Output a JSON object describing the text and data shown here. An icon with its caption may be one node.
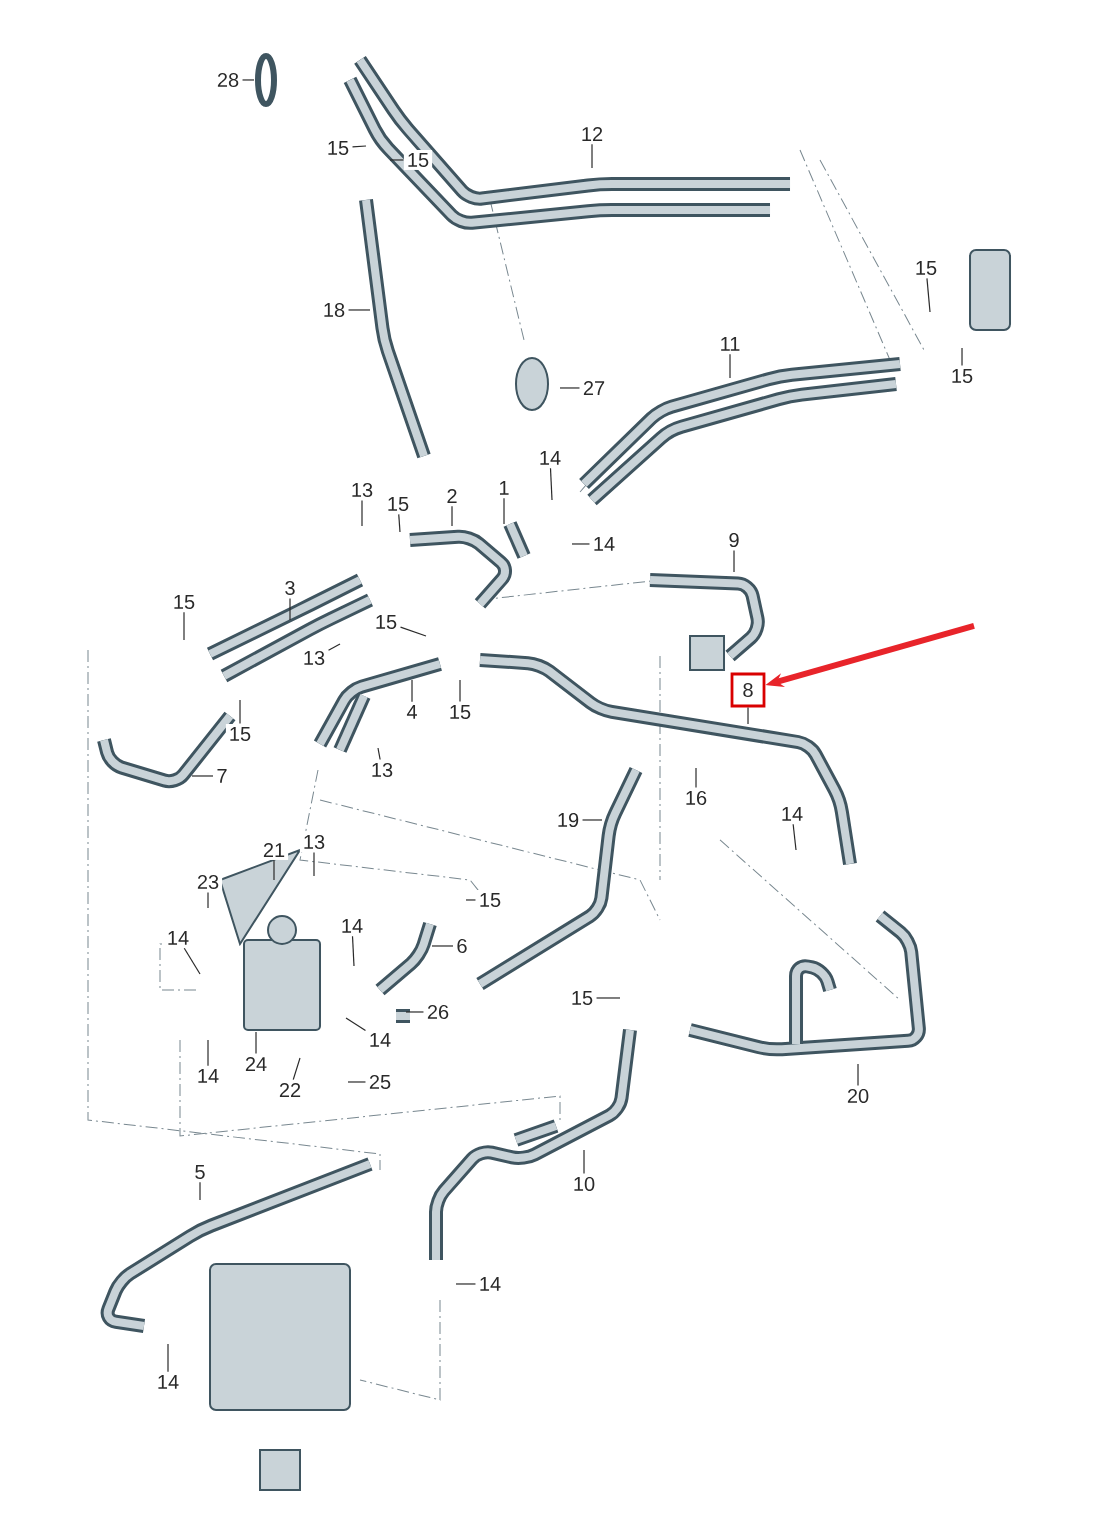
{
  "diagram": {
    "nodes": [
      {
        "text": [
          "28"
        ]
      },
      {
        "text": [
          "12"
        ]
      },
      {
        "text": [
          "15"
        ]
      },
      {
        "text": [
          "15"
        ]
      },
      {
        "text": [
          "15"
        ]
      },
      {
        "text": [
          "18"
        ]
      },
      {
        "text": [
          "11"
        ]
      },
      {
        "text": [
          "15"
        ]
      },
      {
        "text": [
          "27"
        ]
      },
      {
        "text": [
          "14"
        ]
      },
      {
        "text": [
          "1"
        ]
      },
      {
        "text": [
          "13"
        ]
      },
      {
        "text": [
          "2"
        ]
      },
      {
        "text": [
          "15"
        ]
      },
      {
        "text": [
          "9"
        ]
      },
      {
        "text": [
          "14"
        ]
      },
      {
        "text": [
          "3"
        ]
      },
      {
        "text": [
          "15"
        ]
      },
      {
        "text": [
          "15"
        ]
      },
      {
        "text": [
          "13"
        ]
      },
      {
        "text": [
          "8"
        ]
      },
      {
        "text": [
          "4"
        ]
      },
      {
        "text": [
          "15"
        ]
      },
      {
        "text": [
          "15"
        ]
      },
      {
        "text": [
          "13"
        ]
      },
      {
        "text": [
          "7"
        ]
      },
      {
        "text": [
          "16"
        ]
      },
      {
        "text": [
          "14"
        ]
      },
      {
        "text": [
          "19"
        ]
      },
      {
        "text": [
          "13"
        ]
      },
      {
        "text": [
          "21"
        ]
      },
      {
        "text": [
          "23"
        ]
      },
      {
        "text": [
          "15"
        ]
      },
      {
        "text": [
          "14"
        ]
      },
      {
        "text": [
          "14"
        ]
      },
      {
        "text": [
          "6"
        ]
      },
      {
        "text": [
          "15"
        ]
      },
      {
        "text": [
          "26"
        ]
      },
      {
        "text": [
          "14"
        ]
      },
      {
        "text": [
          "24"
        ]
      },
      {
        "text": [
          "14"
        ]
      },
      {
        "text": [
          "25"
        ]
      },
      {
        "text": [
          "22"
        ]
      },
      {
        "text": [
          "20"
        ]
      },
      {
        "text": [
          "5"
        ]
      },
      {
        "text": [
          "10"
        ]
      },
      {
        "text": [
          "14"
        ]
      },
      {
        "text": [
          "14"
        ]
      }
    ],
    "edges": [
      {
        "from": 0,
        "to": null,
        "arrow": "none"
      },
      {
        "from": 1,
        "to": null,
        "arrow": "none"
      },
      {
        "from": 2,
        "to": null,
        "arrow": "none"
      },
      {
        "from": 3,
        "to": null,
        "arrow": "none"
      },
      {
        "from": 4,
        "to": null,
        "arrow": "none"
      },
      {
        "from": 5,
        "to": null,
        "arrow": "none"
      },
      {
        "from": 6,
        "to": null,
        "arrow": "none"
      },
      {
        "from": 7,
        "to": null,
        "arrow": "none"
      },
      {
        "from": 8,
        "to": null,
        "arrow": "none"
      },
      {
        "from": 9,
        "to": null,
        "arrow": "none"
      },
      {
        "from": 10,
        "to": null,
        "arrow": "none"
      },
      {
        "from": 11,
        "to": null,
        "arrow": "none"
      },
      {
        "from": 12,
        "to": null,
        "arrow": "none"
      },
      {
        "from": 13,
        "to": null,
        "arrow": "none"
      },
      {
        "from": 14,
        "to": null,
        "arrow": "none"
      },
      {
        "from": 15,
        "to": null,
        "arrow": "none"
      },
      {
        "from": 16,
        "to": null,
        "arrow": "none"
      },
      {
        "from": 17,
        "to": null,
        "arrow": "none"
      },
      {
        "from": 18,
        "to": null,
        "arrow": "none"
      },
      {
        "from": 19,
        "to": null,
        "arrow": "none"
      },
      {
        "from": 20,
        "to": null,
        "arrow": "none"
      },
      {
        "from": 21,
        "to": null,
        "arrow": "none"
      },
      {
        "from": 22,
        "to": null,
        "arrow": "none"
      },
      {
        "from": 23,
        "to": null,
        "arrow": "none"
      },
      {
        "from": 24,
        "to": null,
        "arrow": "none"
      },
      {
        "from": 25,
        "to": null,
        "arrow": "none"
      },
      {
        "from": 26,
        "to": null,
        "arrow": "none"
      },
      {
        "from": 27,
        "to": null,
        "arrow": "none"
      },
      {
        "from": 28,
        "to": null,
        "arrow": "none"
      },
      {
        "from": 29,
        "to": null,
        "arrow": "none"
      },
      {
        "from": 30,
        "to": null,
        "arrow": "none"
      },
      {
        "from": 31,
        "to": null,
        "arrow": "none"
      },
      {
        "from": 32,
        "to": null,
        "arrow": "none"
      },
      {
        "from": 33,
        "to": null,
        "arrow": "none"
      },
      {
        "from": 34,
        "to": null,
        "arrow": "none"
      },
      {
        "from": 35,
        "to": null,
        "arrow": "none"
      },
      {
        "from": 36,
        "to": null,
        "arrow": "none"
      },
      {
        "from": 37,
        "to": null,
        "arrow": "none"
      },
      {
        "from": 38,
        "to": null,
        "arrow": "none"
      },
      {
        "from": 39,
        "to": null,
        "arrow": "none"
      },
      {
        "from": 40,
        "to": null,
        "arrow": "none"
      },
      {
        "from": 41,
        "to": null,
        "arrow": "none"
      },
      {
        "from": 42,
        "to": null,
        "arrow": "none"
      },
      {
        "from": 43,
        "to": null,
        "arrow": "none"
      },
      {
        "from": 44,
        "to": null,
        "arrow": "none"
      },
      {
        "from": 45,
        "to": null,
        "arrow": "none"
      },
      {
        "from": 46,
        "to": null,
        "arrow": "none"
      },
      {
        "from": 47,
        "to": null,
        "arrow": "none"
      },
      {
        "from": null,
        "to": 20,
        "arrow": "to",
        "style": "thick",
        "color": "#e8242a"
      }
    ]
  }
}
